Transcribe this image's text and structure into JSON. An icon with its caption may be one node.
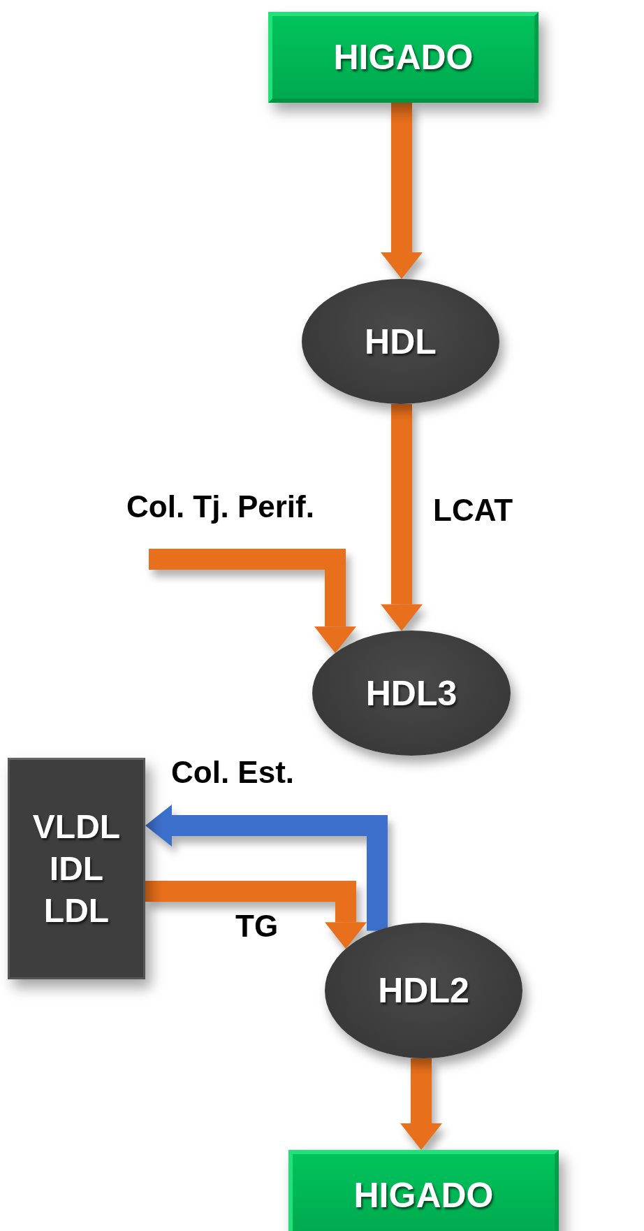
{
  "diagram": {
    "nodes": [
      {
        "text": [
          "HIGADO"
        ]
      },
      {
        "text": [
          "HDL"
        ]
      },
      {
        "text": [
          "HDL3"
        ]
      },
      {
        "text": [
          "VLDL",
          "IDL",
          "LDL"
        ]
      },
      {
        "text": [
          "HDL2"
        ]
      },
      {
        "text": [
          "HIGADO"
        ]
      }
    ],
    "edges": [
      {
        "from": 0,
        "to": 1,
        "arrow": "to"
      },
      {
        "from": 1,
        "to": 2,
        "arrow": "to",
        "label": "LCAT"
      },
      {
        "from": null,
        "to": 2,
        "arrow": "to",
        "label": "Col. Tj. Perif."
      },
      {
        "from": 4,
        "to": 3,
        "arrow": "to",
        "label": "Col. Est.",
        "color": "#3d6fcc"
      },
      {
        "from": 3,
        "to": 4,
        "arrow": "to",
        "label": "TG"
      },
      {
        "from": 4,
        "to": 5,
        "arrow": "to"
      }
    ]
  }
}
